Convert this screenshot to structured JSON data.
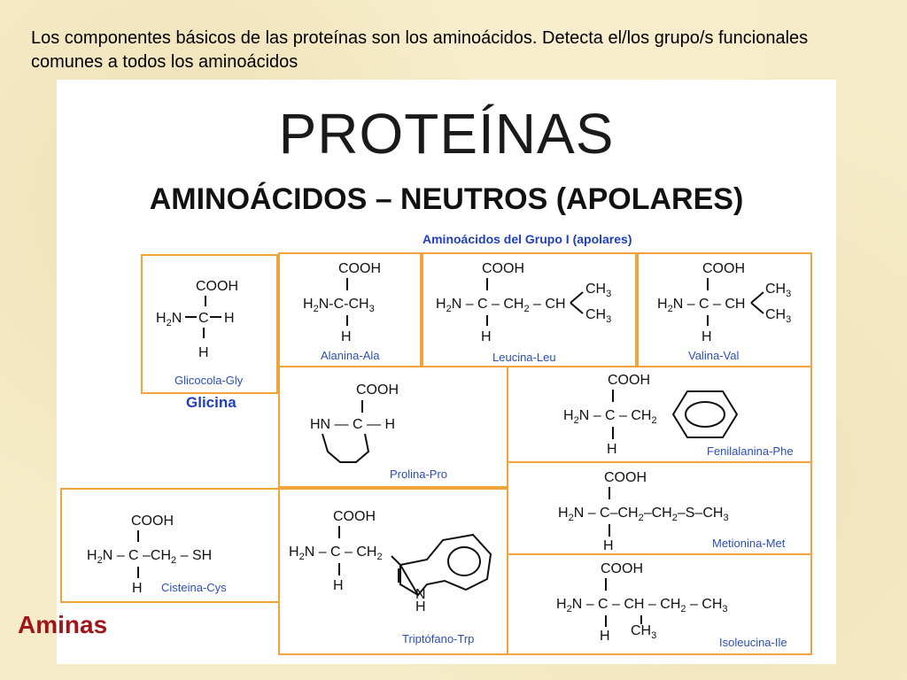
{
  "question": "Los componentes básicos de las proteínas son los aminoácidos. Detecta el/los grupo/s funcionales comunes a todos los aminoácidos",
  "slide": {
    "title": "PROTEÍNAS",
    "subtitle": "AMINOÁCIDOS – NEUTROS (APOLARES)",
    "group_title": "Aminoácidos del Grupo I (apolares)",
    "glicina_label": "Glicina",
    "aminas_label": "Aminas"
  },
  "amino_acids": {
    "glicocola": "Glicocola-Gly",
    "alanina": "Alanina-Ala",
    "leucina": "Leucina-Leu",
    "valina": "Valina-Val",
    "prolina": "Prolina-Pro",
    "fenilalanina": "Fenilalanina-Phe",
    "cisteina": "Cisteina-Cys",
    "triptofano": "Triptófano-Trp",
    "metionina": "Metionina-Met",
    "isoleucina": "Isoleucina-Ile"
  },
  "colors": {
    "border": "#f2a43a",
    "caption": "#2b4fb8",
    "aminas": "#a1141c"
  }
}
